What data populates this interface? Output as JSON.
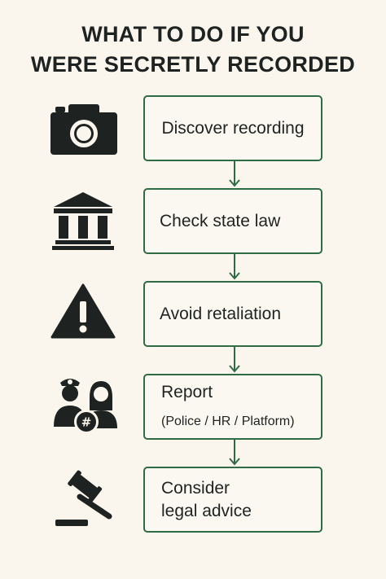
{
  "title": {
    "line1": "WHAT TO DO IF YOU",
    "line2": "WERE SECRETLY RECORDED"
  },
  "steps": [
    {
      "icon": "camera-icon",
      "label": "Discover recording"
    },
    {
      "icon": "courthouse-icon",
      "label": "Check state law"
    },
    {
      "icon": "warning-icon",
      "label": "Avoid retaliation"
    },
    {
      "icon": "people-report-icon",
      "label": "Report",
      "sub": "(Police / HR / Platform)"
    },
    {
      "icon": "gavel-icon",
      "label_lines": [
        "Consider",
        "legal advice"
      ]
    }
  ],
  "colors": {
    "accent": "#2f6b45",
    "icon": "#1e2220",
    "background": "#faf6ee"
  }
}
